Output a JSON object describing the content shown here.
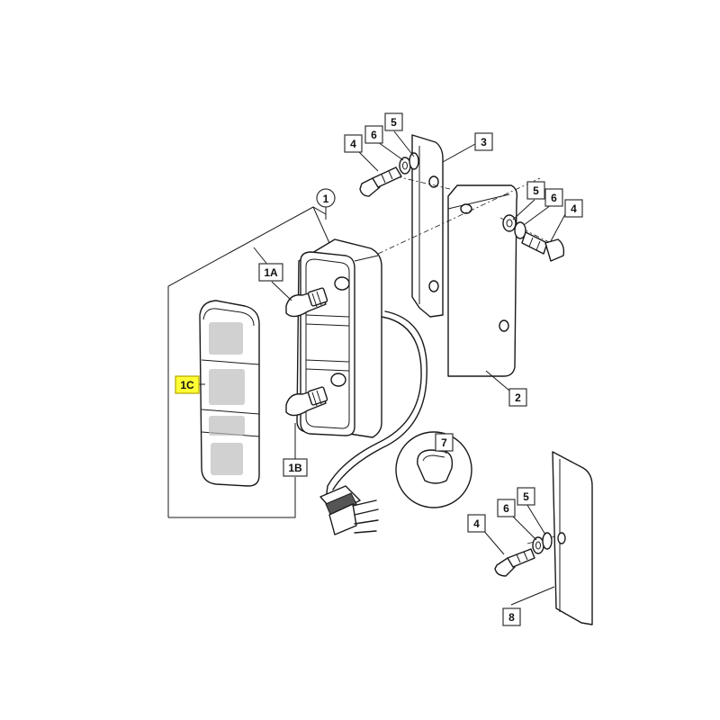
{
  "callouts": {
    "c1": "1",
    "c1A": "1A",
    "c1B": "1B",
    "c1C": "1C",
    "c2": "2",
    "c3": "3",
    "c4a": "4",
    "c4b": "4",
    "c4c": "4",
    "c5a": "5",
    "c5b": "5",
    "c5c": "5",
    "c6a": "6",
    "c6b": "6",
    "c6c": "6",
    "c7": "7",
    "c8": "8"
  },
  "colors": {
    "highlight": "#ffff33",
    "line": "#1a1a1a"
  },
  "highlighted_callout": "1C"
}
